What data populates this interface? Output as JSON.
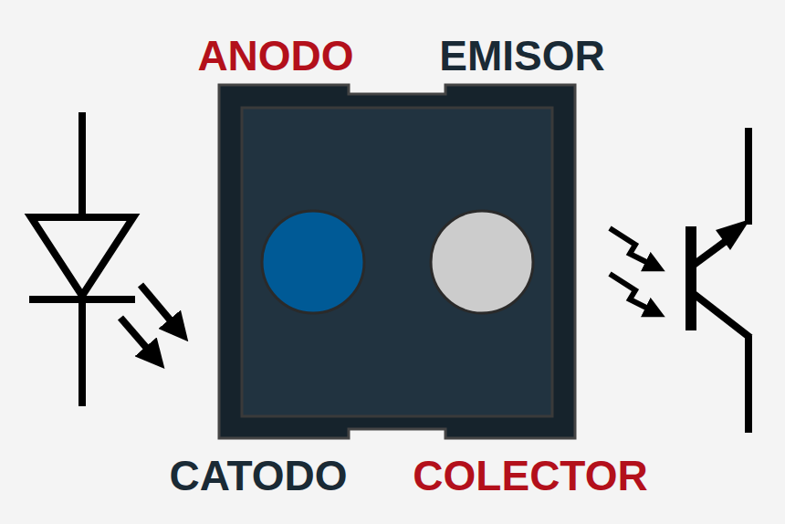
{
  "diagram": {
    "labels": [
      "ANODO",
      "EMISOR",
      "CATODO",
      "COLECTOR"
    ]
  }
}
